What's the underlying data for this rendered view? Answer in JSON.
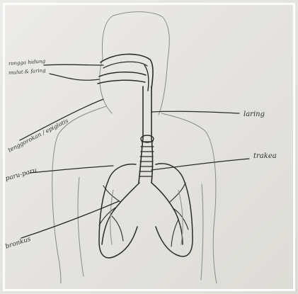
{
  "labels": [
    "rongga hidung",
    "mulut & faring",
    "tenggorokan / epiglotis",
    "laring",
    "trakea",
    "paru-paru",
    "bronkus"
  ]
}
